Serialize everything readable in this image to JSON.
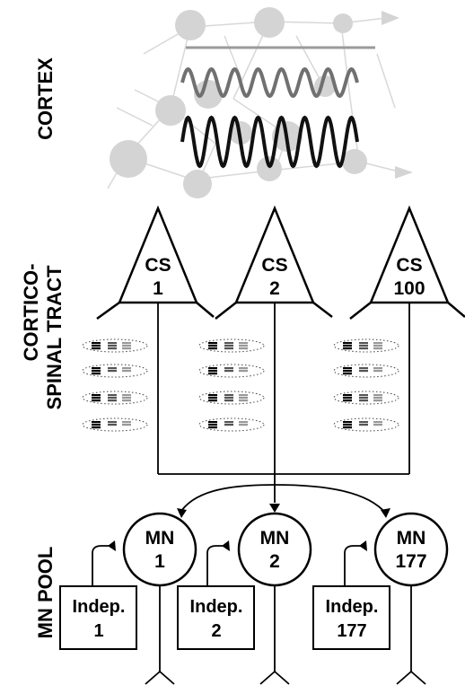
{
  "sections": {
    "cortex": "CORTEX",
    "tract_line1": "CORTICO-",
    "tract_line2": "SPINAL TRACT",
    "pool": "MN POOL"
  },
  "cs_neurons": [
    {
      "name": "CS",
      "num": "1"
    },
    {
      "name": "CS",
      "num": "2"
    },
    {
      "name": "CS",
      "num": "100"
    }
  ],
  "mn_neurons": [
    {
      "name": "MN",
      "num": "1"
    },
    {
      "name": "MN",
      "num": "2"
    },
    {
      "name": "MN",
      "num": "177"
    }
  ],
  "indep_inputs": [
    {
      "name": "Indep.",
      "num": "1"
    },
    {
      "name": "Indep.",
      "num": "2"
    },
    {
      "name": "Indep.",
      "num": "177"
    }
  ],
  "colors": {
    "background_neurons": "#d4d4d4",
    "wave_upper": "#707070",
    "wave_lower": "#111111",
    "stroke": "#000000"
  }
}
